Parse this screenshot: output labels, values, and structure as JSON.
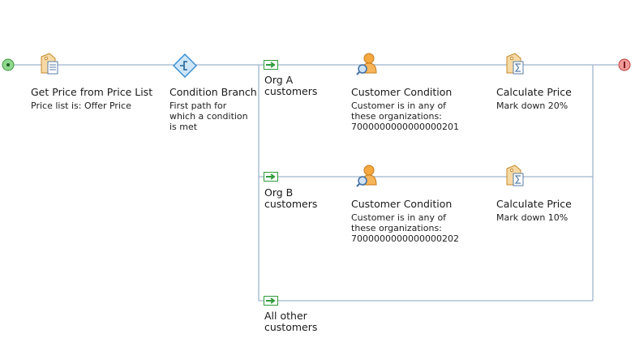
{
  "flow": {
    "get_price": {
      "title": "Get Price from Price List",
      "description": "Price list is: Offer Price"
    },
    "condition_branch": {
      "title": "Condition Branch",
      "description_lines": [
        "First path for",
        "which a condition",
        "is met"
      ]
    },
    "branches": [
      {
        "label_lines": [
          "Org A",
          "customers"
        ],
        "customer_condition": {
          "title": "Customer Condition",
          "description_lines": [
            "Customer is in any of",
            "these organizations:",
            "7000000000000000201"
          ]
        },
        "calculate_price": {
          "title": "Calculate Price",
          "description": "Mark down 20%"
        }
      },
      {
        "label_lines": [
          "Org B",
          "customers"
        ],
        "customer_condition": {
          "title": "Customer Condition",
          "description_lines": [
            "Customer is in any of",
            "these organizations:",
            "7000000000000000202"
          ]
        },
        "calculate_price": {
          "title": "Calculate Price",
          "description": "Mark down 10%"
        }
      },
      {
        "label_lines": [
          "All other",
          "customers"
        ]
      }
    ]
  },
  "colors": {
    "line": "#9fb5cc",
    "start": "#5cb85c",
    "end": "#e06b6b",
    "branch_arrow": "#2e9a3a",
    "condition_diamond": "#3a8fd1",
    "person": "#f0a030"
  },
  "icons": {
    "start": "start-circle-icon",
    "end": "end-circle-icon",
    "price_list": "price-tag-list-icon",
    "condition_branch": "diamond-branch-icon",
    "branch_arrow": "green-arrow-icon",
    "customer": "person-search-icon",
    "calculate": "price-tag-calc-icon"
  }
}
